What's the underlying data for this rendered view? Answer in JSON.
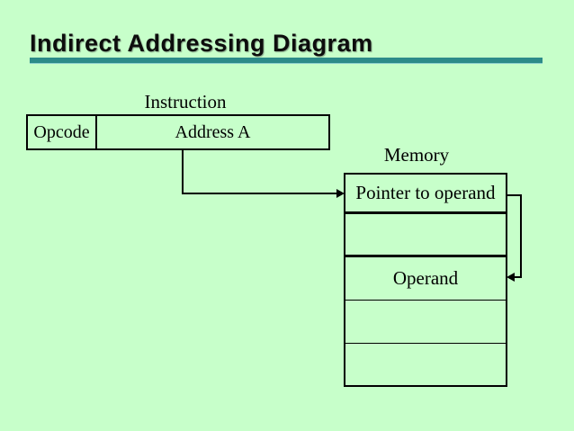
{
  "slide": {
    "title": "Indirect Addressing Diagram"
  },
  "colors": {
    "background": "#C7FFCA",
    "title_underline": "#2C8B89",
    "line": "#000000",
    "text": "#000000"
  },
  "instruction": {
    "label": "Instruction",
    "fields": [
      {
        "label": "Opcode"
      },
      {
        "label": "Address A"
      }
    ]
  },
  "memory": {
    "label": "Memory",
    "cells": [
      "Pointer to operand",
      "",
      "Operand",
      "",
      ""
    ]
  }
}
